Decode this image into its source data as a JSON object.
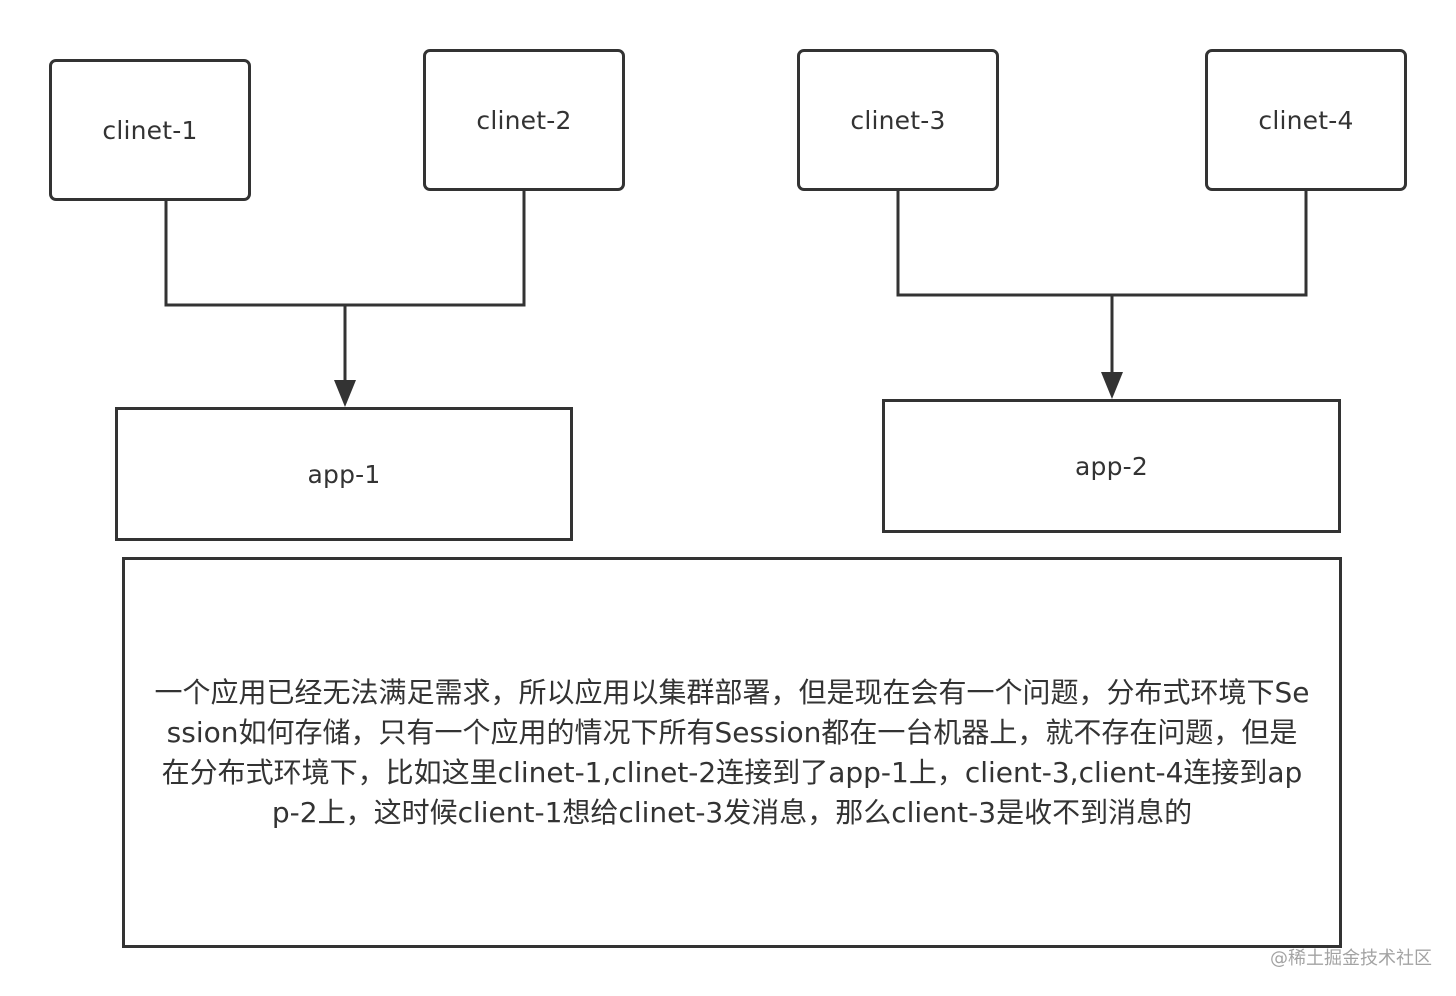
{
  "diagram": {
    "clients": [
      {
        "id": "clinet-1",
        "label": "clinet-1"
      },
      {
        "id": "clinet-2",
        "label": "clinet-2"
      },
      {
        "id": "clinet-3",
        "label": "clinet-3"
      },
      {
        "id": "clinet-4",
        "label": "clinet-4"
      }
    ],
    "apps": [
      {
        "id": "app-1",
        "label": "app-1"
      },
      {
        "id": "app-2",
        "label": "app-2"
      }
    ],
    "edges": [
      {
        "from": "clinet-1",
        "to": "app-1"
      },
      {
        "from": "clinet-2",
        "to": "app-1"
      },
      {
        "from": "clinet-3",
        "to": "app-2"
      },
      {
        "from": "clinet-4",
        "to": "app-2"
      }
    ],
    "note": "一个应用已经无法满足需求，所以应用以集群部署，但是现在会有一个问题，分布式环境下Session如何存储，只有一个应用的情况下所有Session都在一台机器上，就不存在问题，但是在分布式环境下，比如这里clinet-1,clinet-2连接到了app-1上，client-3,client-4连接到app-2上，这时候client-1想给clinet-3发消息，那么client-3是收不到消息的",
    "stroke_color": "#333333"
  },
  "watermark": "@稀土掘金技术社区"
}
